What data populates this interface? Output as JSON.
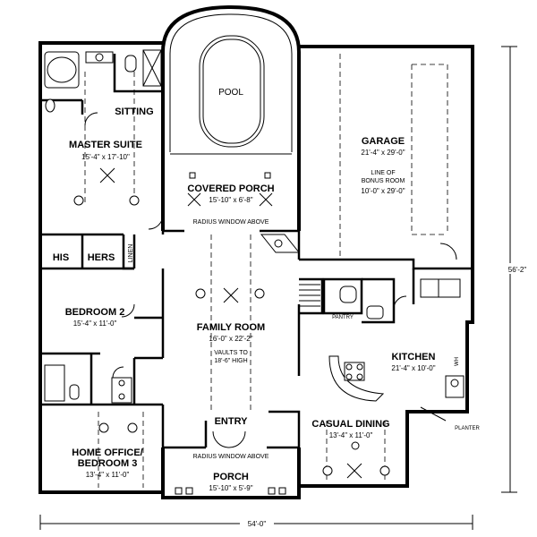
{
  "rooms": {
    "master_suite": {
      "name": "MASTER SUITE",
      "dim": "15'-4\" x 17'-10\""
    },
    "sitting": {
      "name": "SITTING"
    },
    "pool": {
      "name": "POOL"
    },
    "covered_porch": {
      "name": "COVERED PORCH",
      "dim": "15'-10\" x 6'-8\"",
      "note": "RADIUS WINDOW ABOVE"
    },
    "garage": {
      "name": "GARAGE",
      "dim": "21'-4\" x 29'-0\"",
      "bonus_line1": "LINE OF",
      "bonus_line2": "BONUS ROOM",
      "bonus_dim": "10'-0\" x 29'-0\""
    },
    "his": {
      "name": "HIS"
    },
    "hers": {
      "name": "HERS"
    },
    "linen": {
      "name": "LINEN"
    },
    "bedroom2": {
      "name": "BEDROOM 2",
      "dim": "15'-4\" x 11'-0\""
    },
    "family_room": {
      "name": "FAMILY ROOM",
      "dim": "16'-0\" x 22'-2\"",
      "vault1": "VAULTS TO",
      "vault2": "18'-6\" HIGH"
    },
    "pantry": {
      "name": "PANTRY"
    },
    "kitchen": {
      "name": "KITCHEN",
      "dim": "21'-4\" x 10'-0\""
    },
    "home_office": {
      "name1": "HOME OFFICE/",
      "name2": "BEDROOM 3",
      "dim": "13'-4\" x 11'-0\""
    },
    "entry": {
      "name": "ENTRY"
    },
    "casual_dining": {
      "name": "CASUAL DINING",
      "dim": "13'-4\" x 11'-0\""
    },
    "porch": {
      "name": "PORCH",
      "dim": "15'-10\" x 5'-9\"",
      "note": "RADIUS WINDOW ABOVE"
    },
    "planter": {
      "name": "PLANTER"
    }
  },
  "dimensions": {
    "width": "54'-0\"",
    "depth": "56'-2\""
  },
  "fixtures": {
    "wh": "WH"
  }
}
